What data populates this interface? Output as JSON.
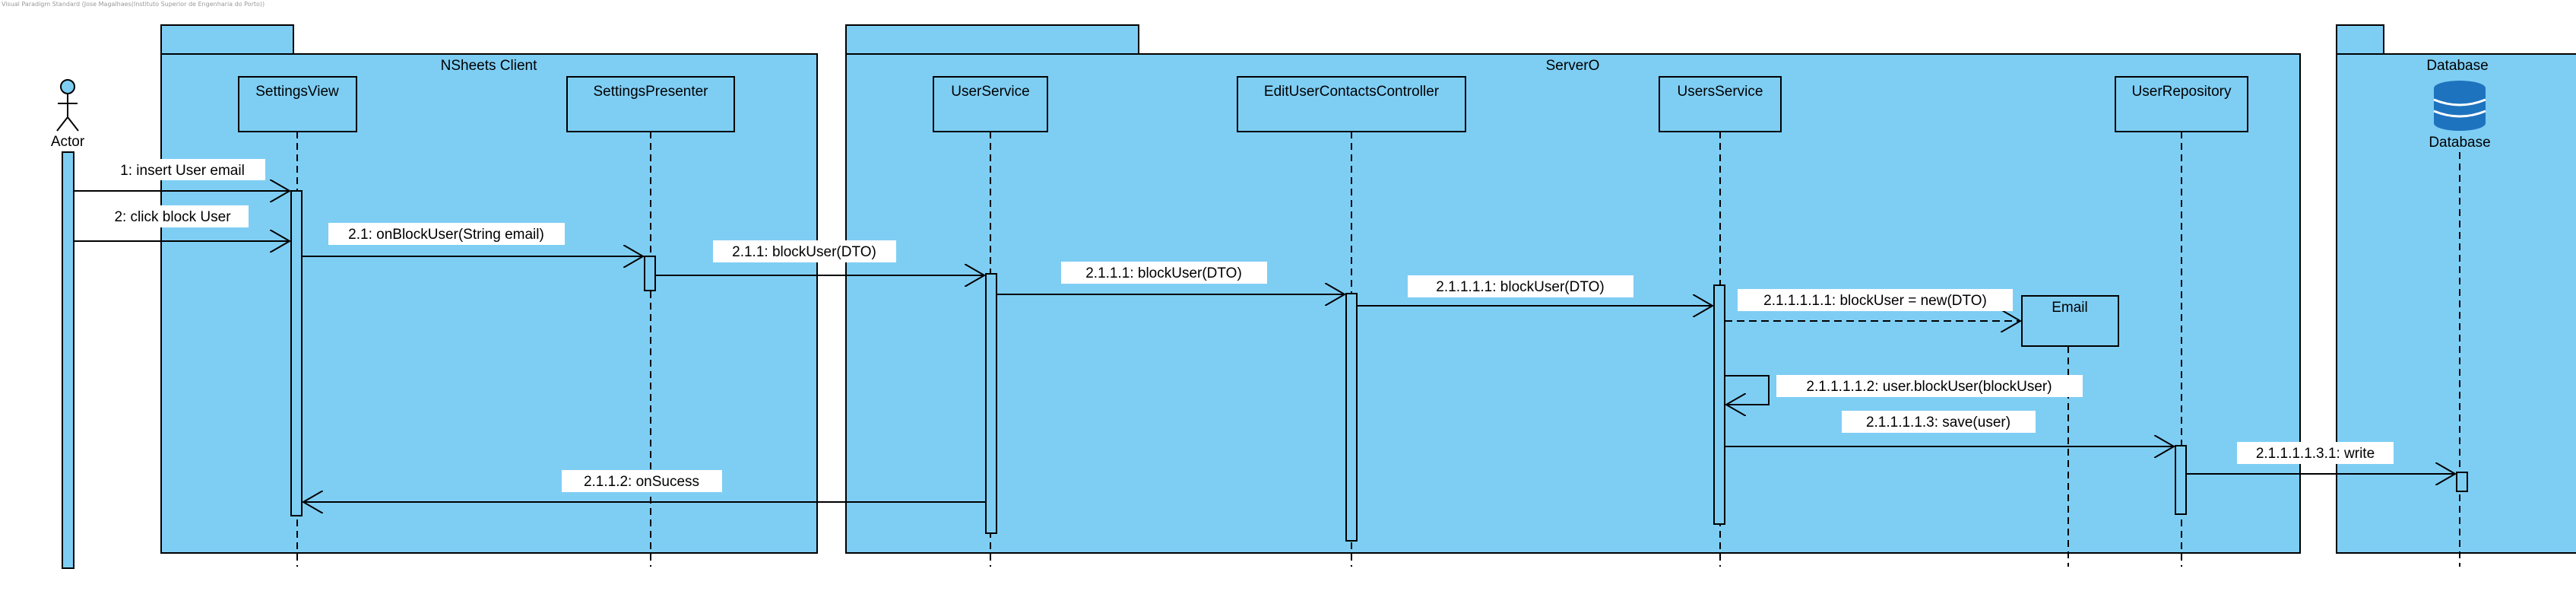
{
  "watermark": "Visual Paradigm Standard (Jose Magalhaes(Instituto Superior de Engenharia do Porto))",
  "colors": {
    "package_fill": "#7ecef4",
    "activation_fill": "#7ecef4",
    "box_fill": "#7ecef4",
    "label_fill": "#ffffff",
    "stroke": "#000000",
    "actor_head": "#7ecef4",
    "db_icon": "#1e73be"
  },
  "actor": {
    "name": "Actor"
  },
  "packages": [
    {
      "id": "client",
      "name": "NSheets Client"
    },
    {
      "id": "server",
      "name": "ServerO"
    },
    {
      "id": "db",
      "name": "Database"
    }
  ],
  "lifelines": [
    {
      "id": "settingsView",
      "name": "SettingsView"
    },
    {
      "id": "settingsPresenter",
      "name": "SettingsPresenter"
    },
    {
      "id": "userService",
      "name": "UserService"
    },
    {
      "id": "editController",
      "name": "EditUserContactsController"
    },
    {
      "id": "usersService",
      "name": "UsersService"
    },
    {
      "id": "userRepository",
      "name": "UserRepository"
    },
    {
      "id": "email",
      "name": "Email"
    },
    {
      "id": "database",
      "name": "Database"
    }
  ],
  "messages": [
    {
      "id": "m1",
      "label": "1: insert User email"
    },
    {
      "id": "m2",
      "label": "2: click block User"
    },
    {
      "id": "m3",
      "label": "2.1: onBlockUser(String email)"
    },
    {
      "id": "m4",
      "label": "2.1.1: blockUser(DTO)"
    },
    {
      "id": "m5",
      "label": "2.1.1.1: blockUser(DTO)"
    },
    {
      "id": "m6",
      "label": "2.1.1.1.1: blockUser(DTO)"
    },
    {
      "id": "m7",
      "label": "2.1.1.1.1.1: blockUser = new(DTO)"
    },
    {
      "id": "m8",
      "label": "2.1.1.1.1.2: user.blockUser(blockUser)"
    },
    {
      "id": "m9",
      "label": "2.1.1.1.1.3: save(user)"
    },
    {
      "id": "m10",
      "label": "2.1.1.1.1.3.1: write"
    },
    {
      "id": "m11",
      "label": "2.1.1.2: onSucess"
    }
  ]
}
